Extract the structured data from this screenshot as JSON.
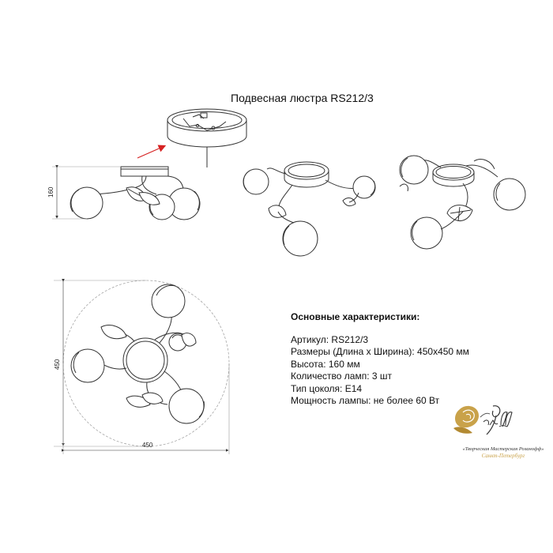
{
  "title": "Подвесная люстра RS212/3",
  "dimensions": {
    "side_height": "160",
    "top_height": "450",
    "top_width": "450"
  },
  "specs": {
    "heading": "Основные характеристики:",
    "lines": [
      "Артикул: RS212/3",
      "Размеры (Длина х Ширина): 450х450 мм",
      "Высота: 160 мм",
      "Количество ламп: 3 шт",
      "Тип цоколя: E14",
      "Мощность лампы: не более 60 Вт"
    ]
  },
  "brand": {
    "caption": "«Творческая Мастерская Розанофф»",
    "city": "Санкт-Петербург",
    "accent_color": "#c9a24a"
  },
  "colors": {
    "line": "#333333",
    "arrow": "#d62222",
    "guide": "#9a9a9a"
  }
}
